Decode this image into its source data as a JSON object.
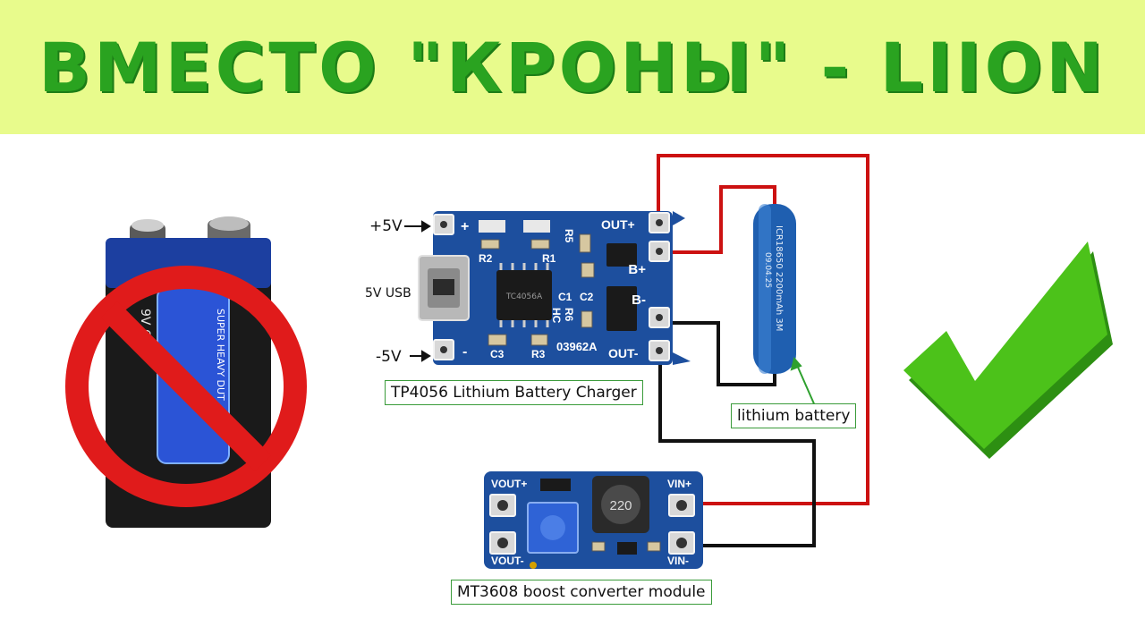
{
  "title": "ВМЕСТО \"КРОНЫ\" - LIION",
  "battery9v": {
    "label_9v": "9V 6",
    "label_side": "SUPER HEAVY DUT"
  },
  "charger": {
    "caption": "TP4056 Lithium Battery Charger",
    "input_plus": "+5V",
    "input_usb": "5V USB",
    "input_minus": "-5V",
    "pin_out_plus": "OUT+",
    "pin_b_plus": "B+",
    "pin_b_minus": "B-",
    "pin_out_minus": "OUT-",
    "pin_plus_sign": "+",
    "pin_minus_sign": "-",
    "chip_text": "TC4056A",
    "code": "03962A",
    "components": [
      "R2",
      "R1",
      "R5",
      "C1",
      "C2",
      "HC",
      "R6",
      "C3",
      "R3"
    ]
  },
  "cell": {
    "print": "ICR18650 2200mAh 3M",
    "print2": "09.04.25",
    "caption": "lithium battery"
  },
  "boost": {
    "caption": "MT3608  boost converter module",
    "vout_plus": "VOUT+",
    "vout_minus": "VOUT-",
    "vin_plus": "VIN+",
    "vin_minus": "VIN-",
    "inductor": "220"
  },
  "colors": {
    "banner_bg": "#e8fb8c",
    "title": "#2aa320",
    "wire_red": "#cc1111",
    "wire_black": "#111111",
    "pcb": "#1d4f9e",
    "prohibit": "#e01b1b",
    "check": "#4cc21a"
  }
}
